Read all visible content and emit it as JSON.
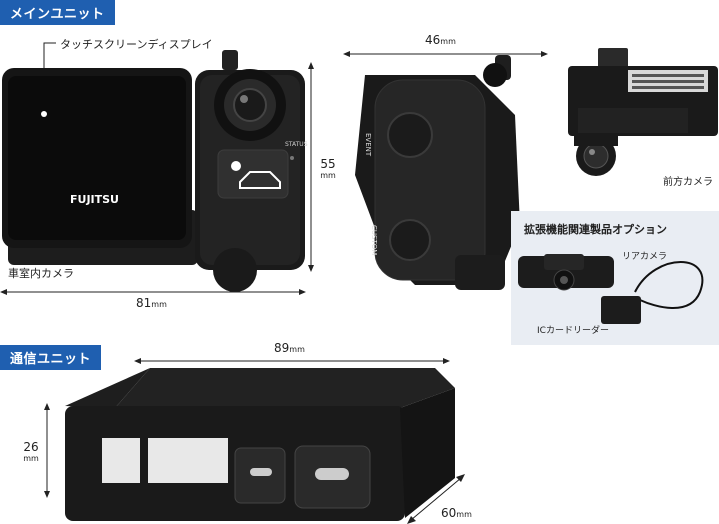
{
  "sections": {
    "main_unit": "メインユニット",
    "comm_unit": "通信ユニット"
  },
  "labels": {
    "touchscreen": "タッチスクリーンディスプレイ",
    "cabin_camera": "車室内カメラ",
    "front_camera": "前方カメラ",
    "status": "STATUS",
    "event": "EVENT",
    "custom": "CUSTOM",
    "brand": "FUJITSU"
  },
  "dimensions": {
    "main_width": "81",
    "main_height": "55",
    "main_depth": "46",
    "comm_width": "89",
    "comm_height": "26",
    "comm_depth": "60",
    "unit": "mm"
  },
  "options": {
    "title": "拡張機能関連製品オプション",
    "rear_camera": "リアカメラ",
    "ic_reader": "ICカードリーダー"
  }
}
